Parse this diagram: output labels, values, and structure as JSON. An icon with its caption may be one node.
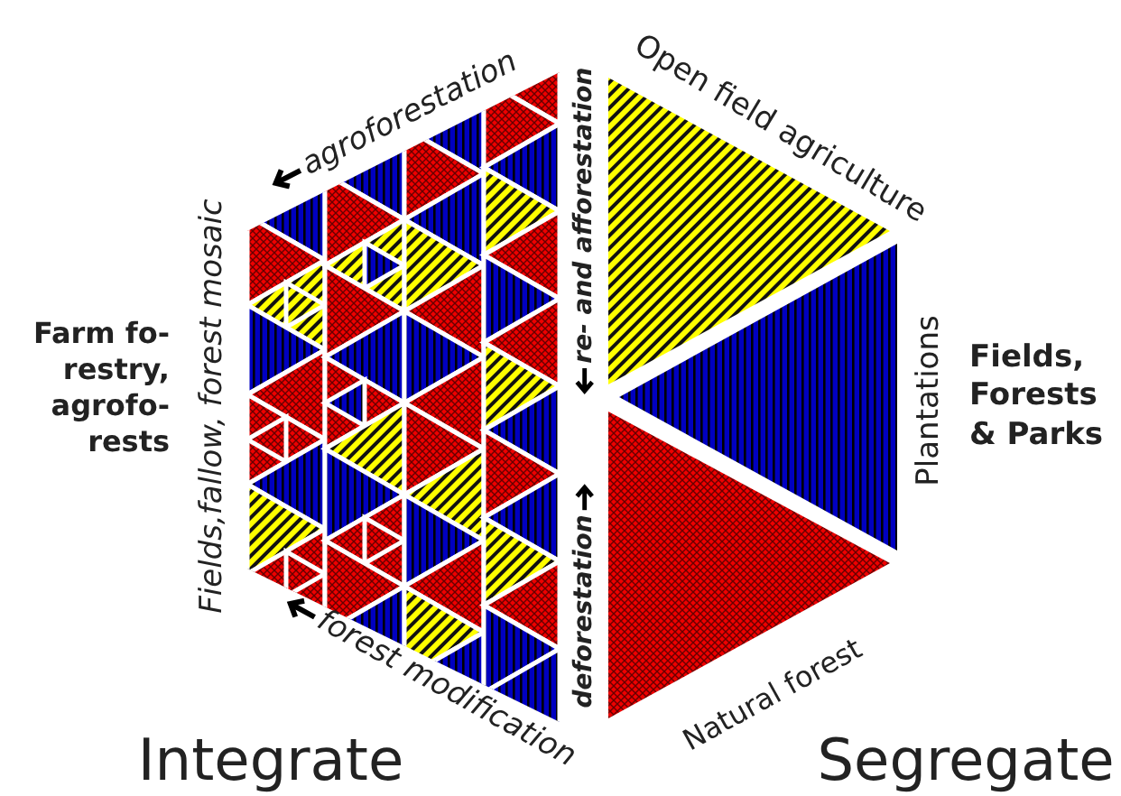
{
  "diagram": {
    "labels": [
      "agroforestation",
      "Open field agriculture",
      "Farm fo- restry, agrofo- rests",
      "Fields,fallow, forest mosaic",
      "re- and afforestation",
      "deforestation",
      "Plantations",
      "Fields, Forests & Parks",
      "forest modification",
      "Natural forest",
      "Integrate",
      "Segregate"
    ]
  }
}
